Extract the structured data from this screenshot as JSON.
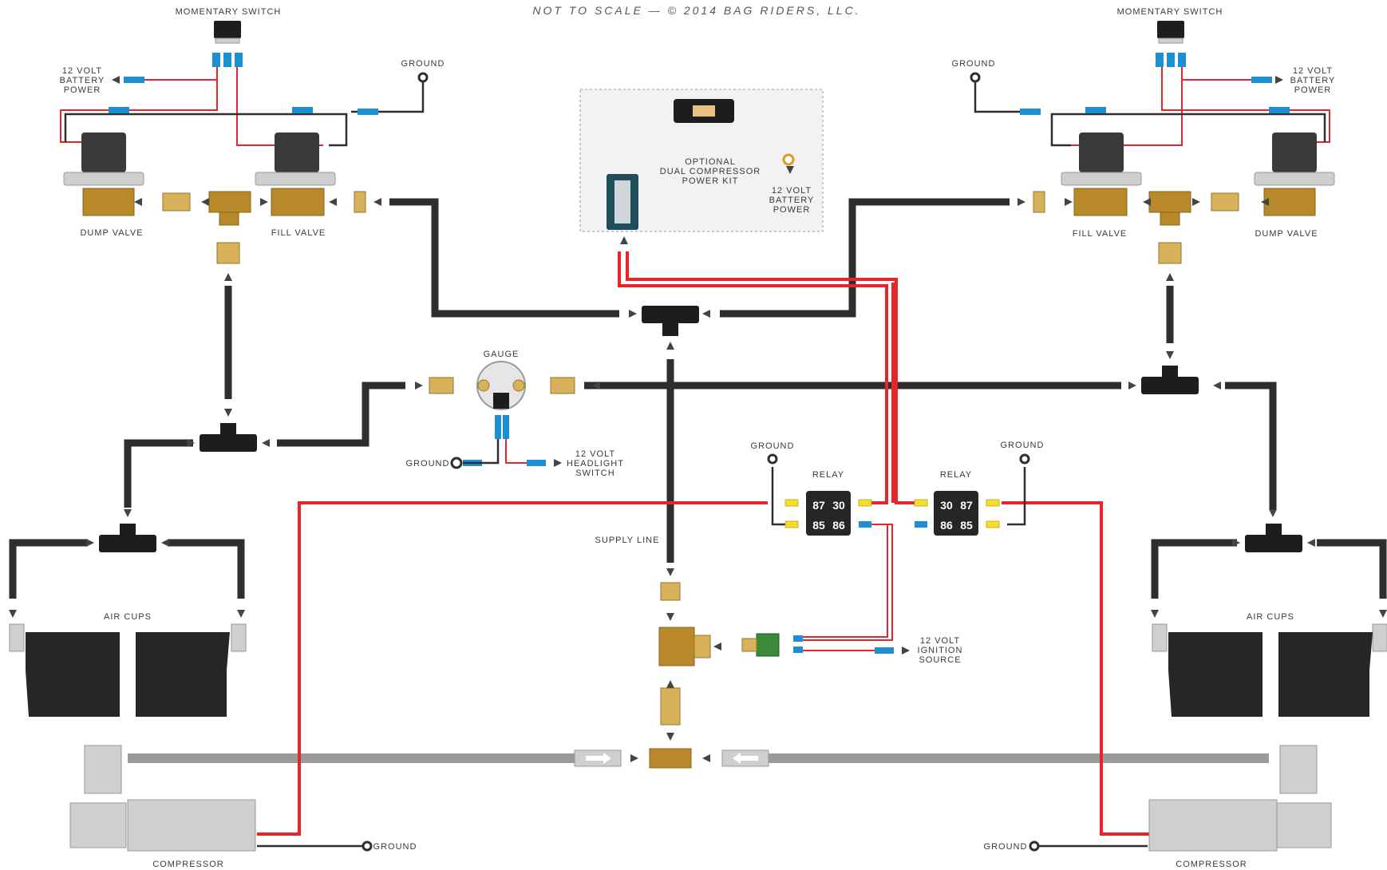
{
  "header": {
    "title": "NOT TO SCALE — © 2014 BAG RIDERS, LLC."
  },
  "labels": {
    "momentary_switch_left": "MOMENTARY SWITCH",
    "momentary_switch_right": "MOMENTARY SWITCH",
    "battery_left": [
      "12 VOLT",
      "BATTERY",
      "POWER"
    ],
    "battery_right": [
      "12 VOLT",
      "BATTERY",
      "POWER"
    ],
    "ground_left_top": "GROUND",
    "ground_right_top": "GROUND",
    "dump_valve_left": "DUMP VALVE",
    "fill_valve_left": "FILL VALVE",
    "fill_valve_right": "FILL VALVE",
    "dump_valve_right": "DUMP VALVE",
    "power_kit": [
      "OPTIONAL",
      "DUAL COMPRESSOR",
      "POWER KIT"
    ],
    "battery_center": [
      "12 VOLT",
      "BATTERY",
      "POWER"
    ],
    "gauge": "GAUGE",
    "ground_gauge": "GROUND",
    "headlight": [
      "12 VOLT",
      "HEADLIGHT",
      "SWITCH"
    ],
    "ground_relay_left": "GROUND",
    "ground_relay_right": "GROUND",
    "relay_left": "RELAY",
    "relay_right": "RELAY",
    "supply_line": "SUPPLY LINE",
    "ignition": [
      "12 VOLT",
      "IGNITION",
      "SOURCE"
    ],
    "air_cups_left": "AIR CUPS",
    "air_cups_right": "AIR CUPS",
    "compressor_left": "COMPRESSOR",
    "compressor_right": "COMPRESSOR",
    "ground_comp_left": "GROUND",
    "ground_comp_right": "GROUND"
  },
  "relay_left_pins": [
    "87",
    "30",
    "85",
    "86"
  ],
  "relay_right_pins": [
    "30",
    "87",
    "86",
    "85"
  ],
  "colors": {
    "hose": "#2e2e2e",
    "power_wire": "#e8242b",
    "ground_wire": "#2e2e2e",
    "connector": "#1e8fd2",
    "brass_fitting": "#b8892a",
    "relay_terminal": "#f4de2a",
    "pressure_switch": "#3a8a3a"
  }
}
